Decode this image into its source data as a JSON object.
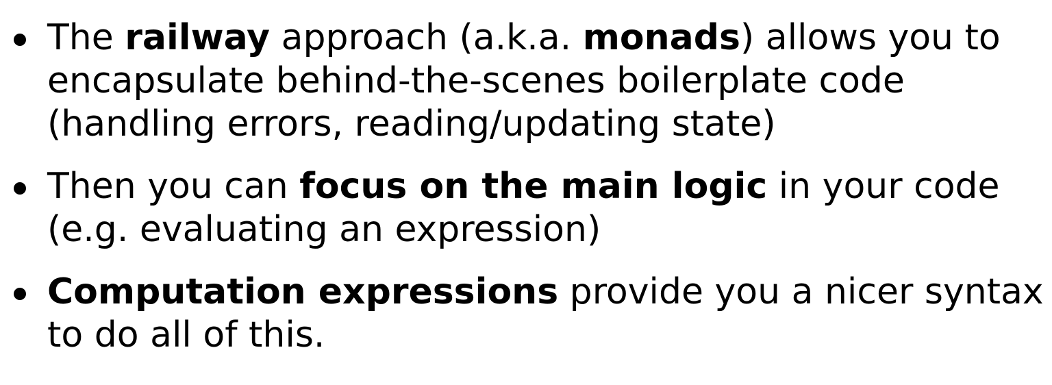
{
  "bullets": [
    {
      "segments": [
        {
          "text": "The ",
          "bold": false
        },
        {
          "text": "railway",
          "bold": true
        },
        {
          "text": " approach (a.k.a. ",
          "bold": false
        },
        {
          "text": "monads",
          "bold": true
        },
        {
          "text": ") allows you to encapsulate behind-the-scenes boilerplate code (handling errors, reading/updating state)",
          "bold": false
        }
      ]
    },
    {
      "segments": [
        {
          "text": "Then you can ",
          "bold": false
        },
        {
          "text": "focus on the main logic",
          "bold": true
        },
        {
          "text": " in your code (e.g. evaluating an expression)",
          "bold": false
        }
      ]
    },
    {
      "segments": [
        {
          "text": "Computation expressions",
          "bold": true
        },
        {
          "text": " provide you a nicer syntax to do all of this.",
          "bold": false
        }
      ]
    }
  ]
}
